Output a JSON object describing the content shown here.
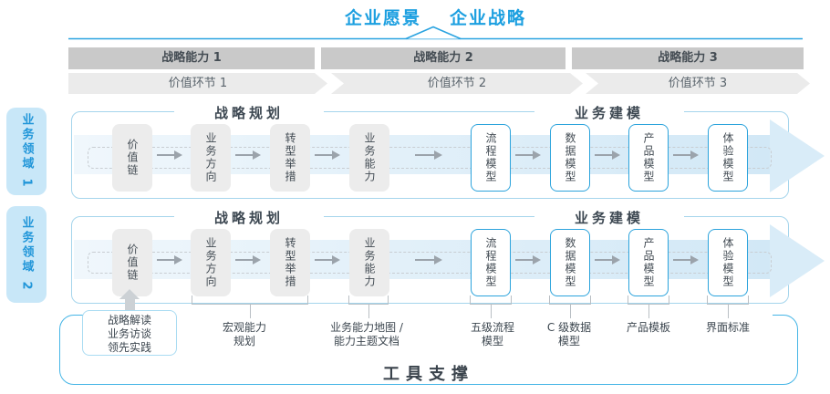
{
  "title": {
    "vision": "企业愿景",
    "strategy": "企业战略"
  },
  "capability_bars": [
    "战略能力 1",
    "战略能力 2",
    "战略能力 3"
  ],
  "value_chain_bands": [
    "价值环节 1",
    "价值环节 2",
    "价值环节 3"
  ],
  "domain_tabs": [
    "业务领域 1",
    "业务领域 2"
  ],
  "row": {
    "planning_header": "战略规划",
    "modeling_header": "业务建模",
    "boxes": [
      "价值链",
      "业务方向",
      "转型举措",
      "业务能力",
      "流程模型",
      "数据模型",
      "产品模型",
      "体验模型"
    ]
  },
  "annotations": {
    "source_box_lines": [
      "战略解读",
      "业务访谈",
      "领先实践"
    ],
    "labels": [
      {
        "line1": "宏观能力",
        "line2": "规划"
      },
      {
        "line1": "业务能力地图 /",
        "line2": "能力主题文档"
      },
      {
        "line1": "五级流程",
        "line2": "模型"
      },
      {
        "line1": "C 级数据",
        "line2": "模型"
      },
      {
        "line1": "产品模板",
        "line2": ""
      },
      {
        "line1": "界面标准",
        "line2": ""
      }
    ]
  },
  "footer": {
    "tool_support": "工具支撑"
  },
  "colors": {
    "accent_blue": "#1b9fe0",
    "lane_border": "#a5d5ec",
    "tool_border": "#45b5e6",
    "bar_gray": "#c9c9c9",
    "chevron_gray": "#ebebeb",
    "box_gray": "#ececec",
    "band_blue": "#d9ecf8",
    "node_border_blue": "#2ba3dc",
    "sidebar_bg": "#c8e7f8",
    "text_dark": "#3d4750",
    "arrow_gray": "#9ba3ab"
  }
}
